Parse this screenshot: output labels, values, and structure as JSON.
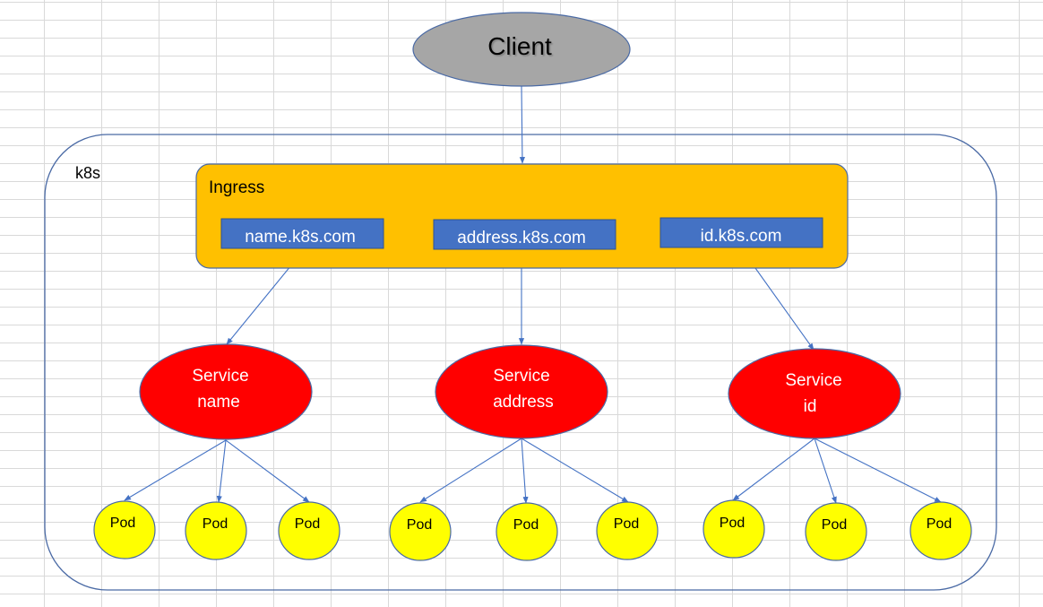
{
  "cluster": {
    "label": "k8s"
  },
  "client": {
    "label": "Client",
    "fill": "#a6a6a6"
  },
  "ingress": {
    "label": "Ingress",
    "fill": "#ffc000",
    "rules": [
      {
        "host": "name.k8s.com"
      },
      {
        "host": "address.k8s.com"
      },
      {
        "host": "id.k8s.com"
      }
    ],
    "rule_fill": "#4472c4"
  },
  "services": [
    {
      "line1": "Service",
      "line2": "name"
    },
    {
      "line1": "Service",
      "line2": "address"
    },
    {
      "line1": "Service",
      "line2": "id"
    }
  ],
  "service_fill": "#ff0000",
  "pods": [
    [
      "Pod",
      "Pod",
      "Pod"
    ],
    [
      "Pod",
      "Pod",
      "Pod"
    ],
    [
      "Pod",
      "Pod",
      "Pod"
    ]
  ],
  "pod_fill": "#ffff00",
  "connector_color": "#4472c4"
}
